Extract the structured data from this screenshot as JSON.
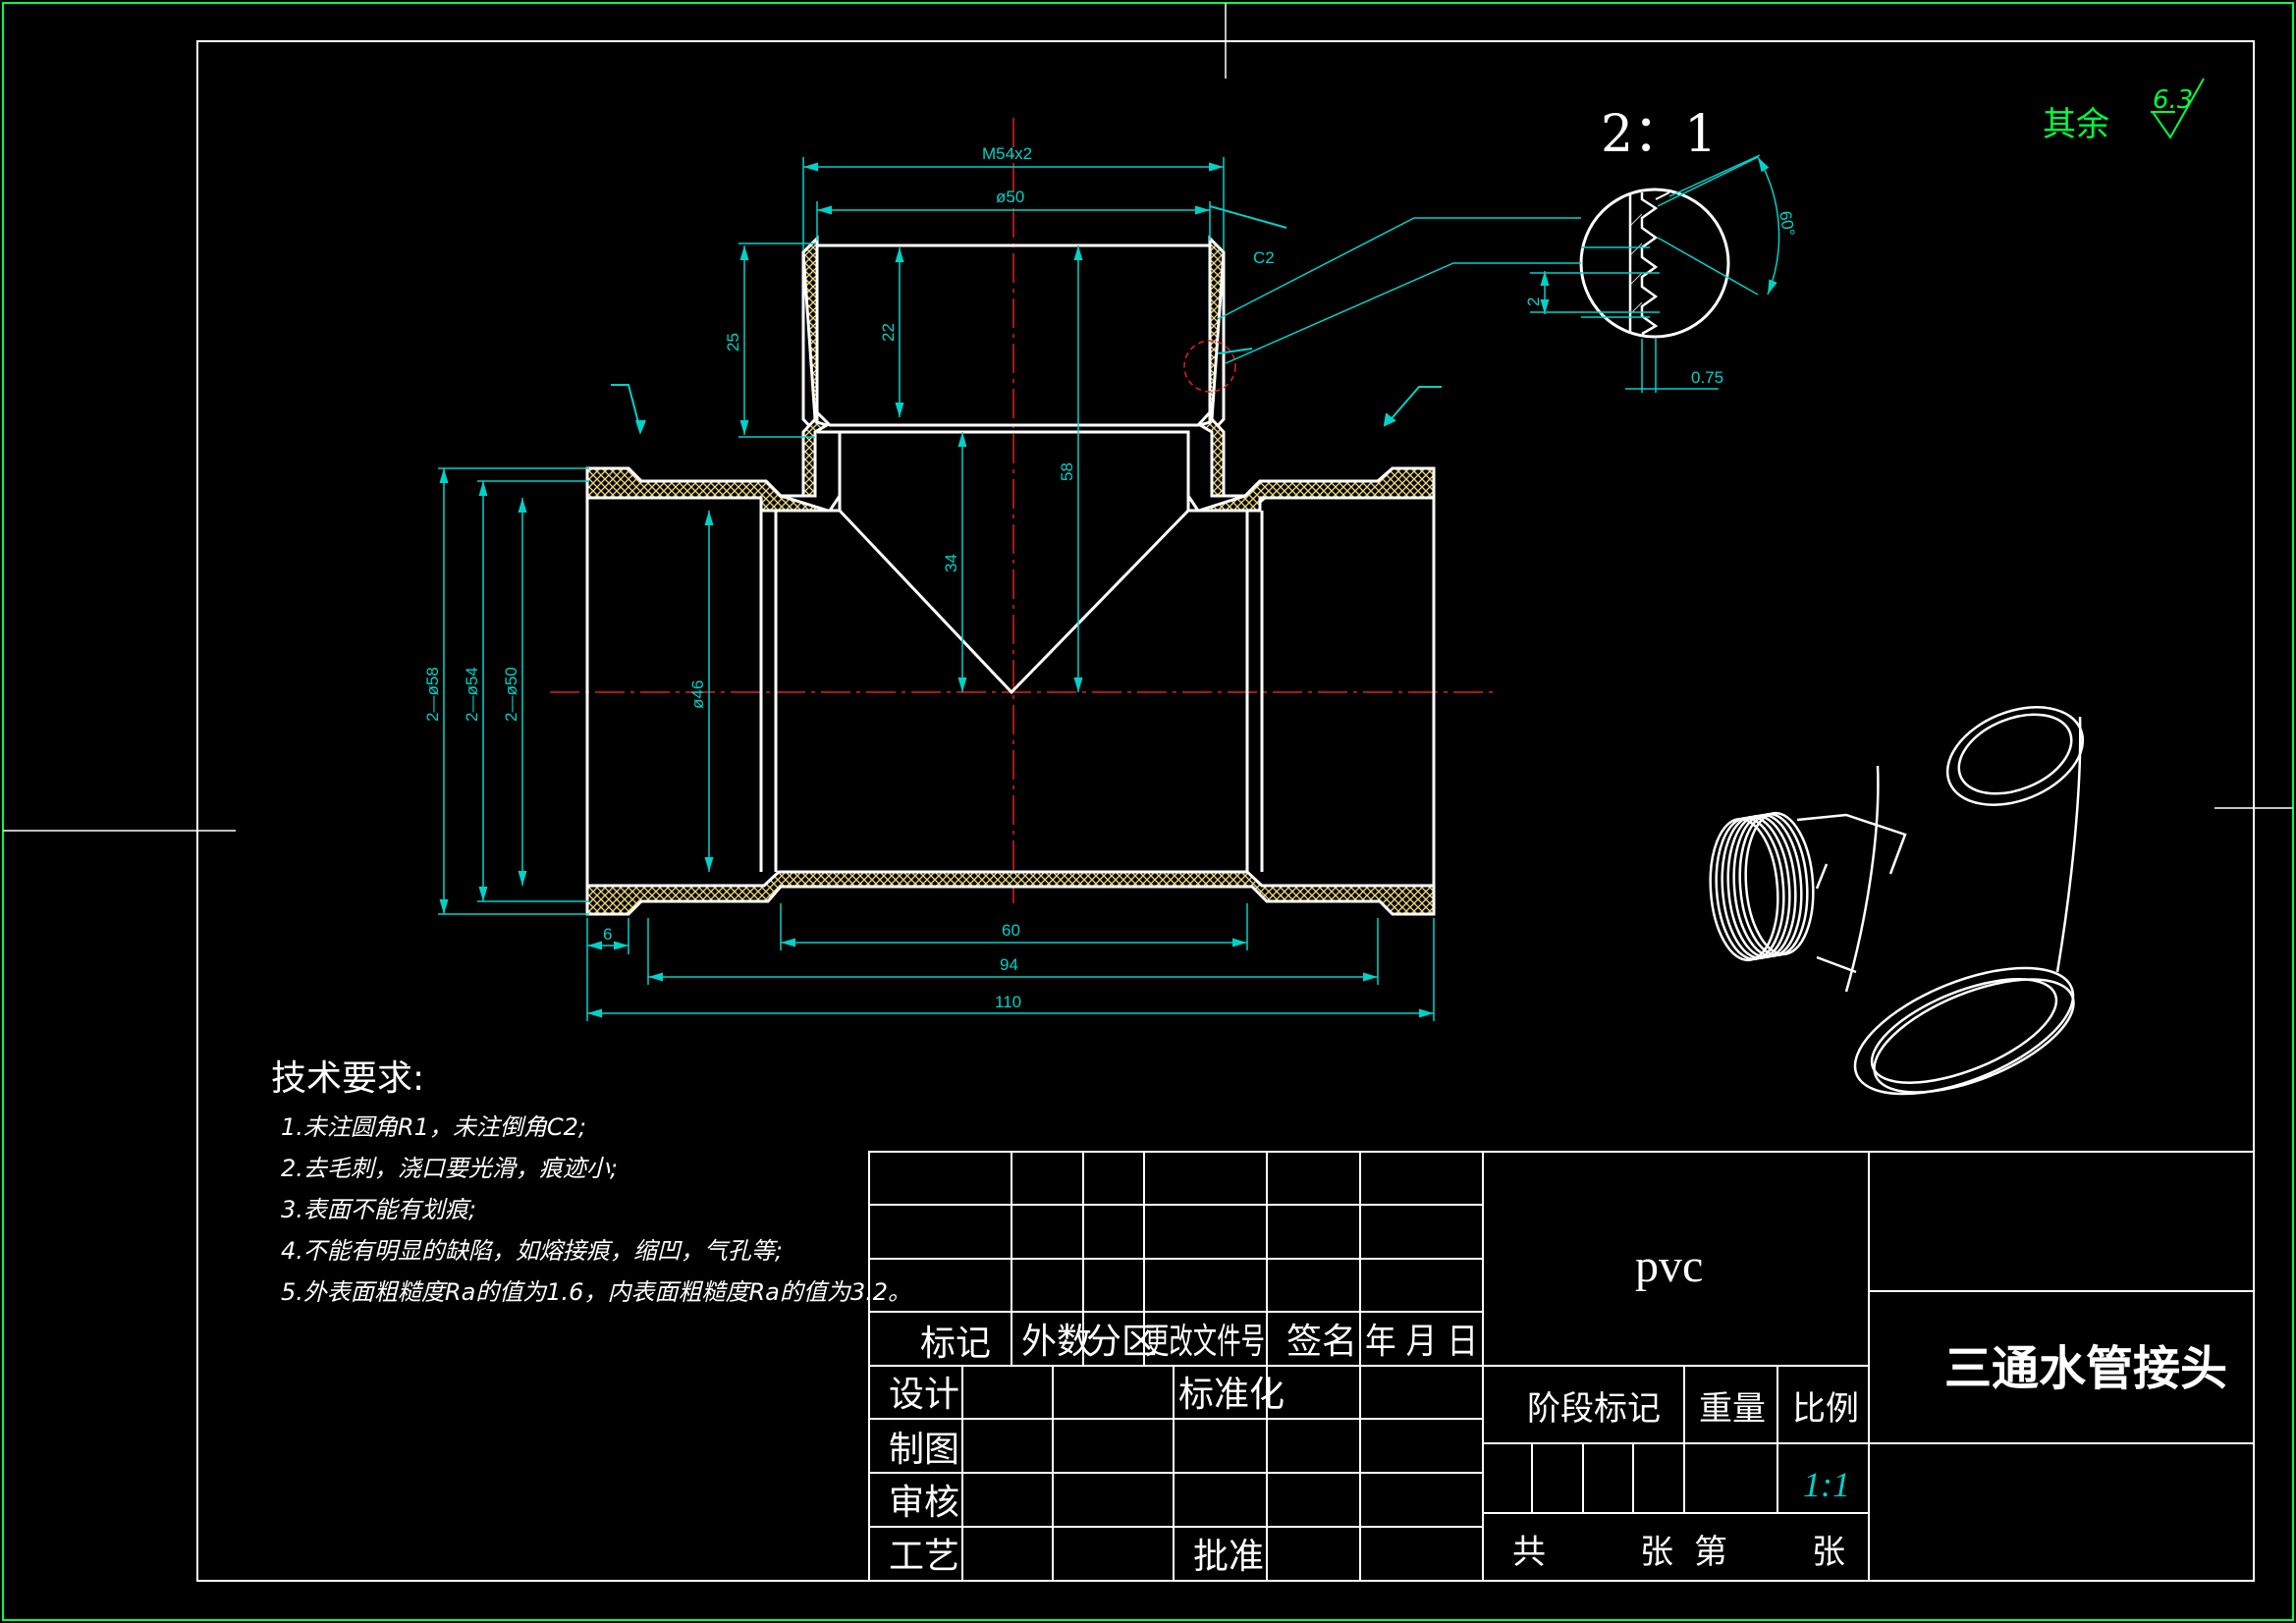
{
  "drawing": {
    "part_name": "三通水管接头",
    "material": "pvc",
    "detail_scale": "2：1",
    "roughness": {
      "label": "其余",
      "value": "6.3"
    }
  },
  "dimensions": {
    "thread": "M54x2",
    "top_bore": "ø50",
    "chamfer": "C2",
    "socket_depth": "25",
    "inner_depth": "22",
    "branch_height": "58",
    "cone_height": "34",
    "od_58": "2—ø58",
    "od_54": "2—ø54",
    "od_50": "2—ø50",
    "bore_46": "ø46",
    "end_width": "6",
    "len_60": "60",
    "len_94": "94",
    "len_110": "110",
    "thread_angle": "60°",
    "thread_depth": "2",
    "thread_gap": "0.75"
  },
  "tech_requirements": {
    "title": "技术要求:",
    "items": [
      "1.未注圆角R1，未注倒角C2;",
      "2.去毛刺，浇口要光滑，痕迹小;",
      "3.表面不能有划痕;",
      "4.不能有明显的缺陷，如熔接痕，缩凹，气孔等;",
      "5.外表面粗糙度Ra的值为1.6，内表面粗糙度Ra的值为3.2。"
    ]
  },
  "title_block": {
    "rev_headers": [
      "标记",
      "外数",
      "分区",
      "更改文件号",
      "签名",
      "年 月 日"
    ],
    "design": "设计",
    "standardize": "标准化",
    "drafting": "制图",
    "review": "审核",
    "process": "工艺",
    "approve": "批准",
    "stage_mark": "阶段标记",
    "weight": "重量",
    "scale_label": "比例",
    "scale_value": "1:1",
    "total": "共",
    "sheets_a": "张",
    "page": "第",
    "sheets_b": "张"
  }
}
